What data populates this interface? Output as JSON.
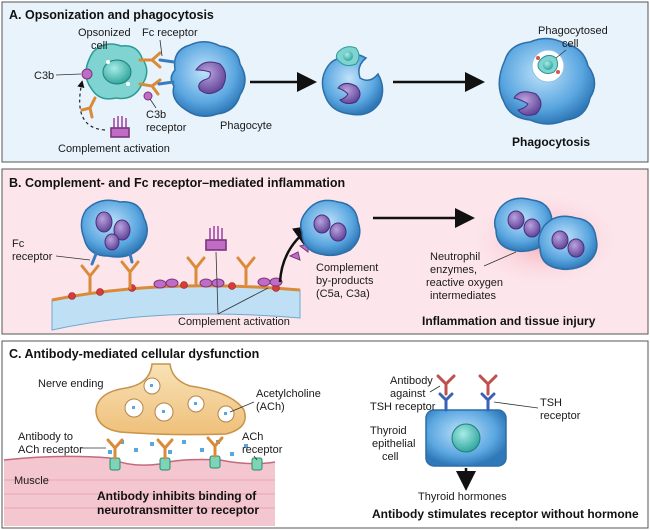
{
  "panel_a": {
    "title": "A. Opsonization and phagocytosis",
    "opsonized_cell": [
      "Opsonized",
      "cell"
    ],
    "fc_receptor": "Fc receptor",
    "c3b": "C3b",
    "c3b_receptor": [
      "C3b",
      "receptor"
    ],
    "phagocyte": "Phagocyte",
    "complement_activation": "Complement activation",
    "phagocytosed_cell": [
      "Phagocytosed",
      "cell"
    ],
    "result": "Phagocytosis"
  },
  "panel_b": {
    "title": "B. Complement- and Fc receptor–mediated inflammation",
    "fc_receptor": [
      "Fc",
      "receptor"
    ],
    "byproducts": [
      "Complement",
      "by-products",
      "(C5a, C3a)"
    ],
    "complement_activation": "Complement activation",
    "neutrophil_products": [
      "Neutrophil",
      "enzymes,",
      "reactive oxygen",
      "intermediates"
    ],
    "result": "Inflammation and tissue injury"
  },
  "panel_c": {
    "title": "C. Antibody-mediated cellular dysfunction",
    "nerve_ending": "Nerve ending",
    "acetylcholine": [
      "Acetylcholine",
      "(ACh)"
    ],
    "antibody_ach": [
      "Antibody to",
      "ACh receptor"
    ],
    "ach_receptor": [
      "ACh",
      "receptor"
    ],
    "muscle": "Muscle",
    "result_left": [
      "Antibody inhibits binding of",
      "neurotransmitter to receptor"
    ],
    "antibody_tsh": [
      "Antibody",
      "against",
      "TSH receptor"
    ],
    "tsh_receptor": [
      "TSH",
      "receptor"
    ],
    "thyroid_cell": [
      "Thyroid",
      "epithelial",
      "cell"
    ],
    "thyroid_hormones": "Thyroid hormones",
    "result_right": "Antibody stimulates receptor without hormone"
  },
  "colors": {
    "panel_a_bg": "#e9f3fb",
    "panel_b_bg": "#fce6ec",
    "panel_c_bg": "#ffffff",
    "cell_blue": "#5aa6e0",
    "nucleus_purple": "#7a5cae",
    "antibody_orange": "#d98b3a",
    "muscle_pink": "#f4c6cf",
    "nerve_tan": "#f2cf92"
  }
}
